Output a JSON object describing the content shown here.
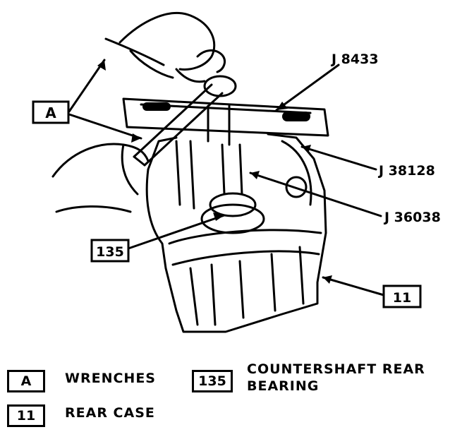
{
  "callouts": {
    "a": "A",
    "j8433": "J 8433",
    "j38128": "J 38128",
    "j36038": "J 36038",
    "c135": "135",
    "c11": "11"
  },
  "legend": [
    {
      "code": "A",
      "text": "WRENCHES"
    },
    {
      "code": "135",
      "text": "COUNTERSHAFT REAR BEARING"
    },
    {
      "code": "11",
      "text": "REAR CASE"
    }
  ],
  "legend_lines": {
    "countershaft_line1": "COUNTERSHAFT REAR",
    "countershaft_line2": "BEARING"
  }
}
